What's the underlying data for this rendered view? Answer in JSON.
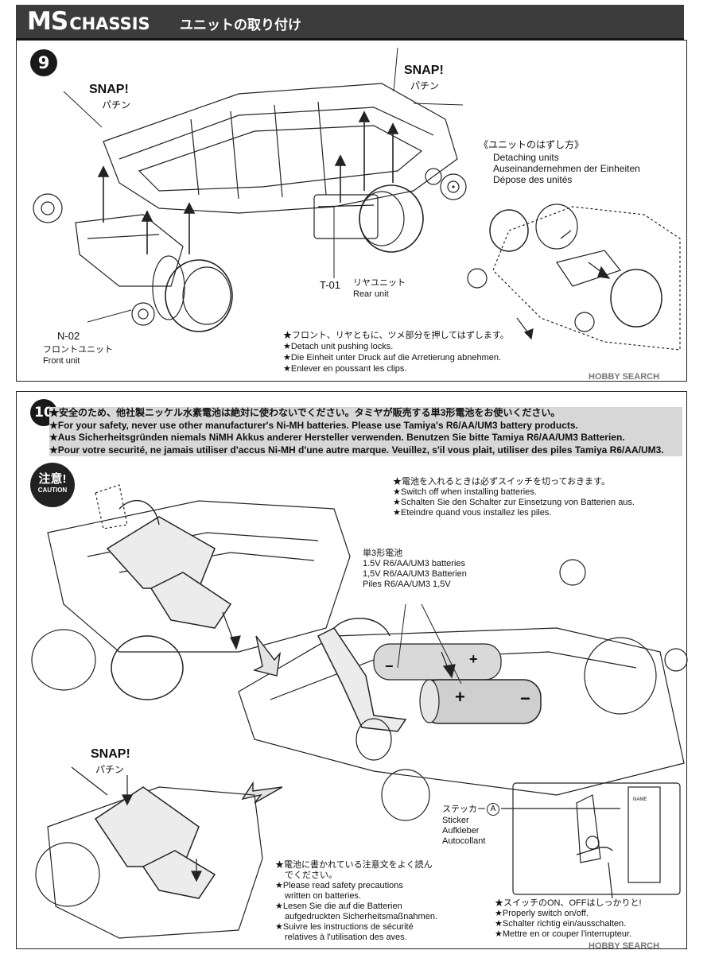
{
  "header": {
    "logo_ms": "MS",
    "logo_chassis": "CHASSIS",
    "title": "ユニットの取り付け"
  },
  "step9": {
    "number": "9",
    "snap_left": "SNAP!",
    "snap_left_jp": "パチン",
    "snap_right": "SNAP!",
    "snap_right_jp": "パチン",
    "detach_title": "《ユニットのはずし方》",
    "detach_en": "Detaching units",
    "detach_de": "Auseinandernehmen der Einheiten",
    "detach_fr": "Dépose des unités",
    "rear_code": "T-01",
    "rear_jp": "リヤユニット",
    "rear_en": "Rear unit",
    "front_code": "N-02",
    "front_jp": "フロントユニット",
    "front_en": "Front unit",
    "note_jp": "★フロント、リヤともに、ツメ部分を押してはずします。",
    "note_en": "★Detach unit pushing locks.",
    "note_de": "★Die Einheit unter Druck auf die Arretierung abnehmen.",
    "note_fr": "★Enlever en poussant les clips."
  },
  "step10": {
    "number": "10",
    "warning": [
      "★安全のため、他社製ニッケル水素電池は絶対に使わないでください。タミヤが販売する単3形電池をお使いください。",
      "★For your safety, never use other manufacturer's Ni-MH batteries. Please use Tamiya's R6/AA/UM3 battery products.",
      "★Aus Sicherheitsgründen niemals NiMH Akkus anderer Hersteller verwenden. Benutzen Sie bitte Tamiya R6/AA/UM3 Batterien.",
      "★Pour votre securité, ne jamais utiliser d'accus Ni-MH d'une autre marque. Veuillez, s'il vous plait, utiliser des piles Tamiya R6/AA/UM3."
    ],
    "caution_jp": "注意!",
    "caution_en": "CAUTION",
    "switch_note": [
      "★電池を入れるときは必ずスイッチを切っておきます。",
      "★Switch off when installing batteries.",
      "★Schalten Sie den Schalter zur Einsetzung von Batterien aus.",
      "★Eteindre quand vous installez les piles."
    ],
    "battery_label": [
      "単3形電池",
      "1.5V R6/AA/UM3 batteries",
      "1,5V R6/AA/UM3 Batterien",
      "Piles R6/AA/UM3 1,5V"
    ],
    "snap": "SNAP!",
    "snap_jp": "パチン",
    "sticker_jp": "ステッカー",
    "sticker_letter": "A",
    "sticker_en": "Sticker",
    "sticker_de": "Aufkleber",
    "sticker_fr": "Autocollant",
    "sticker_name": "NAME",
    "precaution": [
      "★電池に書かれている注意文をよく読ん",
      "でください。",
      "★Please read safety precautions",
      "written on batteries.",
      "★Lesen Sie die auf die Batterien",
      "aufgedruckten Sicherheitsmaßnahmen.",
      "★Suivre les instructions de sécurité",
      "relatives à l'utilisation des aves."
    ],
    "switch_onoff": [
      "★スイッチのON、OFFはしっかりと!",
      "★Properly switch on/off.",
      "★Schalter richtig ein/ausschalten.",
      "★Mettre en or couper l'interrupteur."
    ],
    "plus": "+",
    "minus": "−"
  },
  "watermark": "HOBBY SEARCH"
}
